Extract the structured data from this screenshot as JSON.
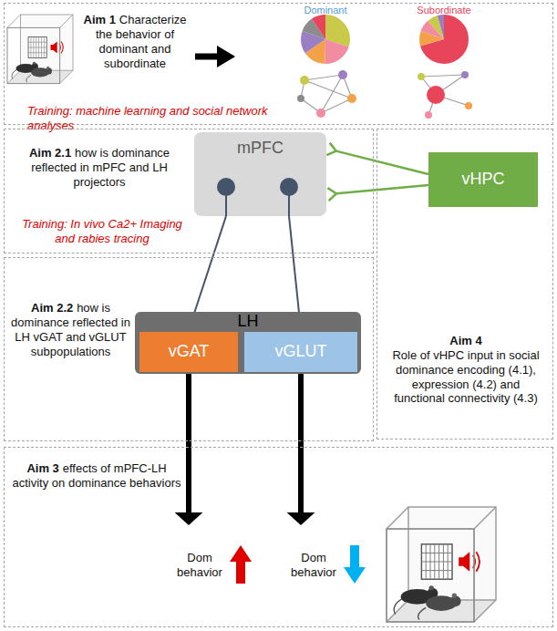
{
  "diagram": {
    "nodes": [
      {
        "text": [
          "Aim 1",
          "Characterize the behavior of dominant and subordinate",
          "Training: machine learning and social network analyses"
        ]
      },
      {
        "text": [
          "Aim 2.1",
          "how is dominance reflected in mPFC and LH projectors",
          "Training: In vivo Ca2+ Imaging and rabies tracing"
        ]
      },
      {
        "text": [
          "mPFC"
        ],
        "in": 1
      },
      {
        "text": [
          "Aim 4",
          "Role of vHPC input in social dominance encoding (4.1), expression (4.2) and functional connectivity (4.3)"
        ]
      },
      {
        "text": [
          "vHPC"
        ],
        "in": 3
      },
      {
        "text": [
          "Aim 2.2",
          "how is dominance reflected in LH vGAT and vGLUT subpopulations"
        ]
      },
      {
        "text": [
          "LH"
        ],
        "in": 5
      },
      {
        "text": [
          "vGAT"
        ],
        "in": 6
      },
      {
        "text": [
          "vGLUT"
        ],
        "in": 6
      },
      {
        "text": [
          "Aim 3",
          "effects of mPFC-LH activity on dominance behaviors"
        ]
      }
    ],
    "edges": [
      {
        "from": 4,
        "to": 2,
        "arrow": "none"
      },
      {
        "from": 4,
        "to": 2,
        "arrow": "none"
      },
      {
        "from": 2,
        "to": 7,
        "arrow": "none"
      },
      {
        "from": 2,
        "to": 8,
        "arrow": "none"
      },
      {
        "from": 7,
        "to": 9,
        "arrow": "to"
      },
      {
        "from": 8,
        "to": 9,
        "arrow": "to"
      }
    ],
    "labels": [
      "Dominant",
      "Subordinate",
      "Dom behavior",
      "Dom behavior"
    ]
  }
}
